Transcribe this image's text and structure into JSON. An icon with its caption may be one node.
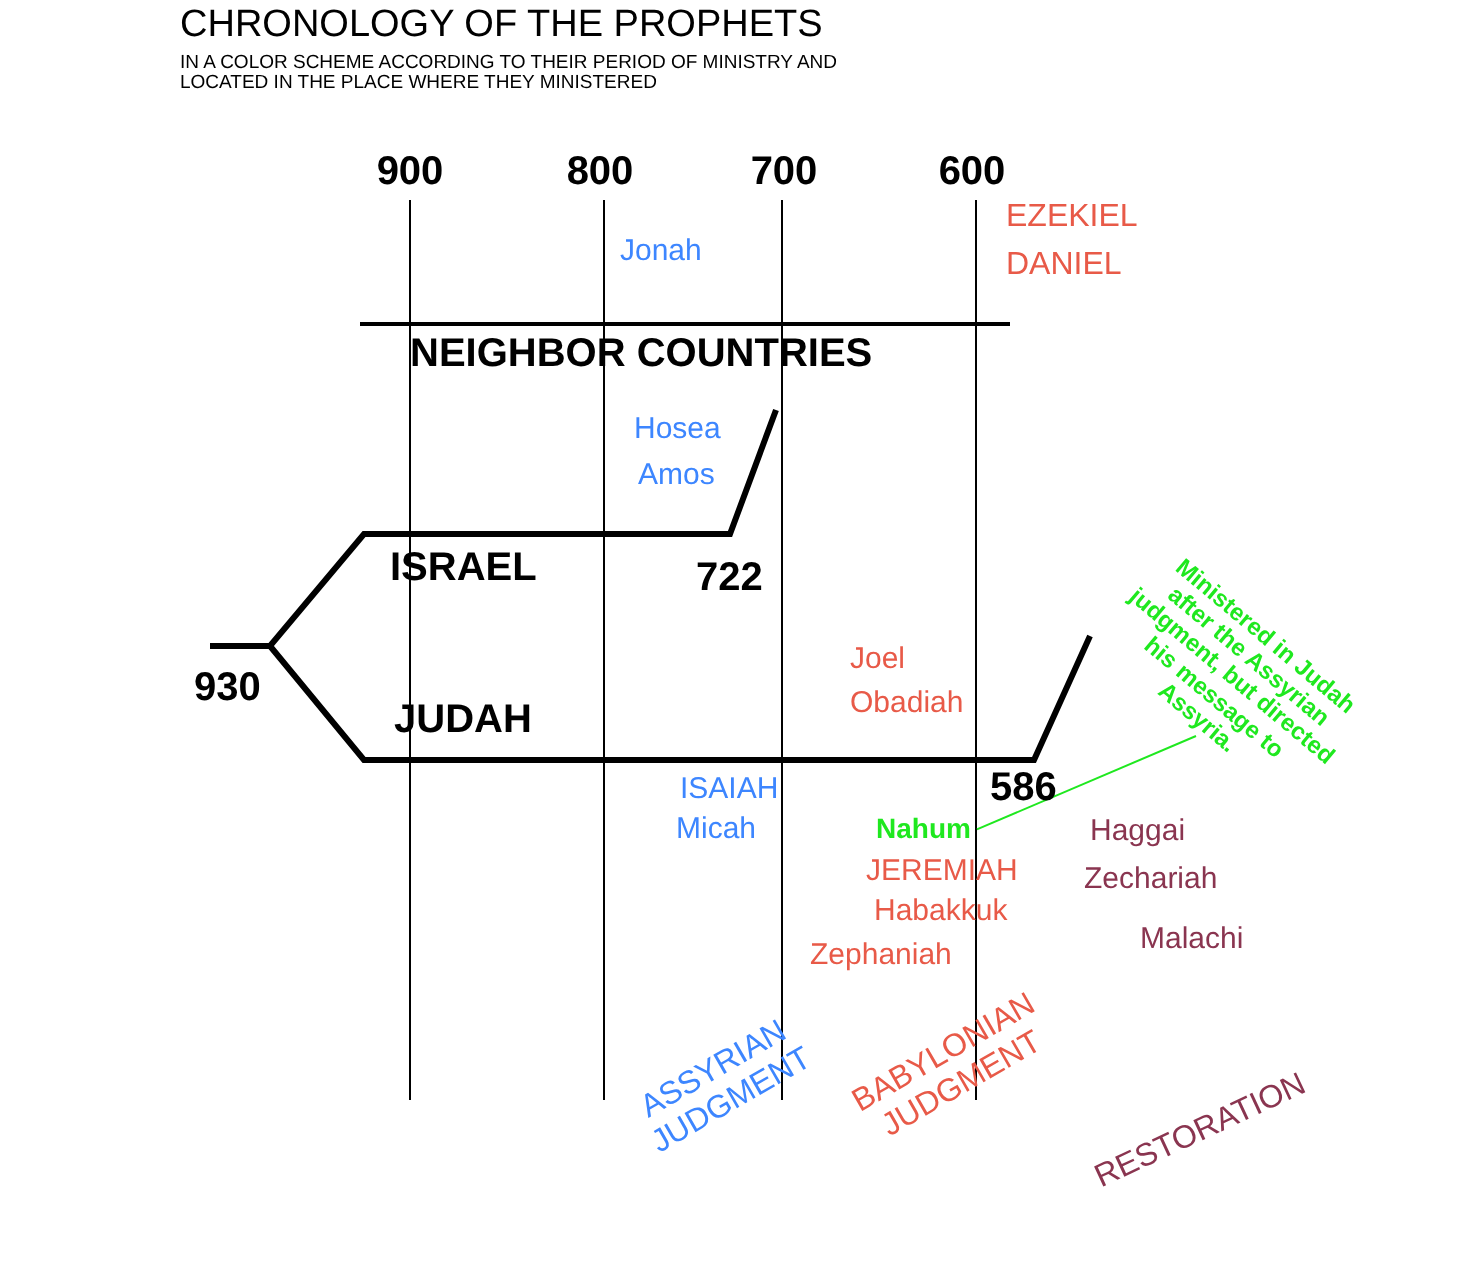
{
  "diagram": {
    "title": "CHRONOLOGY OF THE PROPHETS",
    "nodes": [
      {
        "text": [
          "Ministered in Judah after the Assyrian judgment, but directed his message to Assyria."
        ]
      },
      {
        "text": [
          "Nahum"
        ]
      }
    ],
    "edges": [
      {
        "from": 0,
        "to": 1,
        "arrow": "none"
      }
    ],
    "labels": [
      "IN A COLOR SCHEME ACCORDING TO THEIR PERIOD OF MINISTRY AND LOCATED IN THE PLACE WHERE THEY MINISTERED",
      "900",
      "800",
      "700",
      "600",
      "EZEKIEL",
      "DANIEL",
      "Jonah",
      "NEIGHBOR COUNTRIES",
      "Hosea",
      "Amos",
      "ISRAEL",
      "722",
      "930",
      "Joel",
      "Obadiah",
      "JUDAH",
      "ISAIAH",
      "Micah",
      "586",
      "Haggai",
      "JEREMIAH",
      "Zechariah",
      "Habakkuk",
      "Malachi",
      "Zephaniah",
      "ASSYRIAN JUDGMENT",
      "BABYLONIAN JUDGMENT",
      "RESTORATION"
    ]
  }
}
